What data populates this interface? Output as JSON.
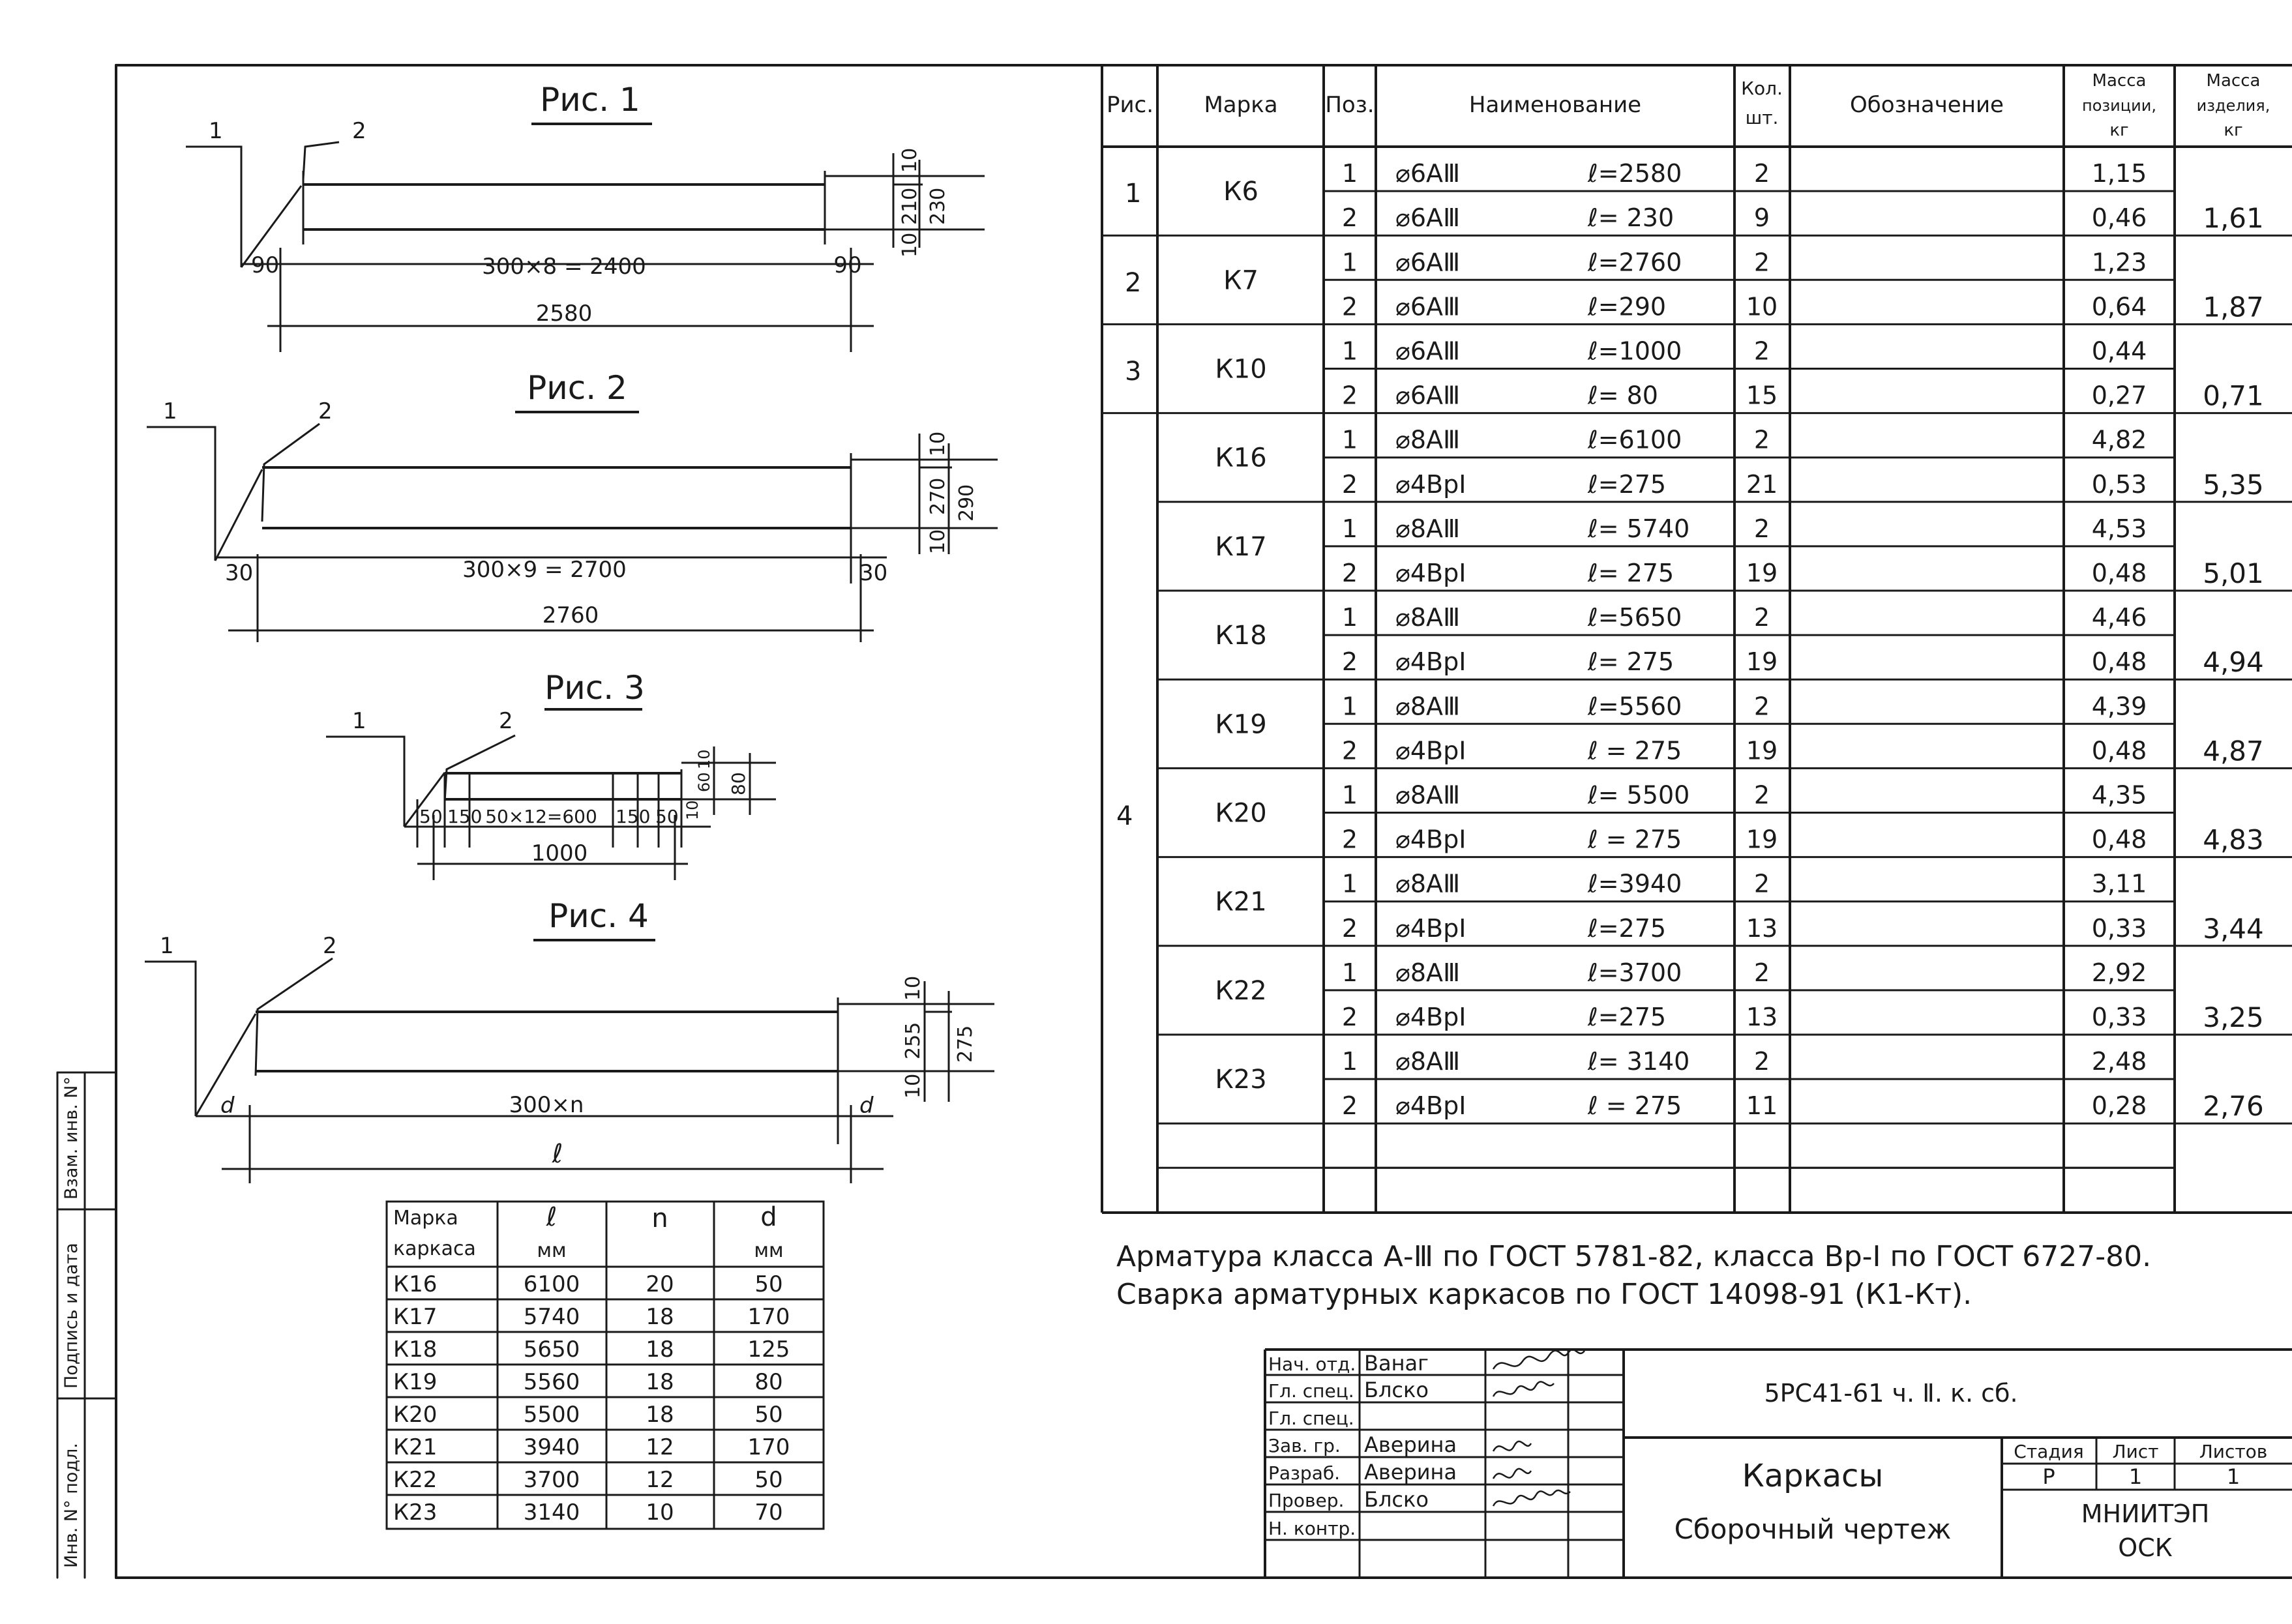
{
  "side_stamps": [
    "Инв. N° подл.",
    "Подпись и дата",
    "Взам. инв. N°"
  ],
  "figures": [
    {
      "title": "Рис. 1",
      "leader1": "1",
      "leader2": "2",
      "dims": {
        "left_end": "90",
        "middle": "300×8 = 2400",
        "right_end": "90",
        "total": "2580",
        "v1": "10",
        "v2": "210",
        "v3": "10",
        "v_total": "230"
      }
    },
    {
      "title": "Рис. 2",
      "leader1": "1",
      "leader2": "2",
      "dims": {
        "left_end": "30",
        "middle": "300×9 = 2700",
        "right_end": "30",
        "total": "2760",
        "v1": "10",
        "v2": "270",
        "v3": "10",
        "v_total": "290"
      }
    },
    {
      "title": "Рис. 3",
      "leader1": "1",
      "leader2": "2",
      "dims": {
        "d1": "50",
        "d2": "150",
        "d3": "50×12=600",
        "d4": "150",
        "d5": "50",
        "total": "1000",
        "v1": "10",
        "v2": "60",
        "v3": "10",
        "v_total": "80"
      }
    },
    {
      "title": "Рис. 4",
      "leader1": "1",
      "leader2": "2",
      "dims": {
        "left_end": "d",
        "middle": "300×n",
        "right_end": "d",
        "total": "ℓ",
        "v1": "10",
        "v2": "255",
        "v3": "10",
        "v_total": "275"
      }
    }
  ],
  "dim_table": {
    "headers": [
      [
        "Марка",
        "каркаса"
      ],
      [
        "ℓ",
        "мм"
      ],
      [
        "n",
        ""
      ],
      [
        "d",
        "мм"
      ]
    ],
    "rows": [
      [
        "К16",
        "6100",
        "20",
        "50"
      ],
      [
        "К17",
        "5740",
        "18",
        "170"
      ],
      [
        "К18",
        "5650",
        "18",
        "125"
      ],
      [
        "К19",
        "5560",
        "18",
        "80"
      ],
      [
        "К20",
        "5500",
        "18",
        "50"
      ],
      [
        "К21",
        "3940",
        "12",
        "170"
      ],
      [
        "К22",
        "3700",
        "12",
        "50"
      ],
      [
        "К23",
        "3140",
        "10",
        "70"
      ]
    ]
  },
  "spec": {
    "headers": {
      "fig": "Рис.",
      "mark": "Марка",
      "pos": "Поз.",
      "name": "Наименование",
      "qty": [
        "Кол.",
        "шт."
      ],
      "designation": "Обозначение",
      "mass_pos": [
        "Масса",
        "позиции,",
        "кг"
      ],
      "mass_item": [
        "Масса",
        "изделия,",
        "кг"
      ]
    },
    "fig_labels": [
      "1",
      "2",
      "3",
      "4"
    ],
    "groups": [
      {
        "mark": "К6",
        "item_mass": "1,61",
        "rows": [
          {
            "pos": "1",
            "bar": "⌀6АⅢ",
            "len": "ℓ=2580",
            "qty": "2",
            "mass": "1,15"
          },
          {
            "pos": "2",
            "bar": "⌀6АⅢ",
            "len": "ℓ= 230",
            "qty": "9",
            "mass": "0,46"
          }
        ]
      },
      {
        "mark": "К7",
        "item_mass": "1,87",
        "rows": [
          {
            "pos": "1",
            "bar": "⌀6АⅢ",
            "len": "ℓ=2760",
            "qty": "2",
            "mass": "1,23"
          },
          {
            "pos": "2",
            "bar": "⌀6АⅢ",
            "len": "ℓ=290",
            "qty": "10",
            "mass": "0,64"
          }
        ]
      },
      {
        "mark": "К10",
        "item_mass": "0,71",
        "rows": [
          {
            "pos": "1",
            "bar": "⌀6АⅢ",
            "len": "ℓ=1000",
            "qty": "2",
            "mass": "0,44"
          },
          {
            "pos": "2",
            "bar": "⌀6АⅢ",
            "len": "ℓ= 80",
            "qty": "15",
            "mass": "0,27"
          }
        ]
      },
      {
        "mark": "К16",
        "item_mass": "5,35",
        "rows": [
          {
            "pos": "1",
            "bar": "⌀8АⅢ",
            "len": "ℓ=6100",
            "qty": "2",
            "mass": "4,82"
          },
          {
            "pos": "2",
            "bar": "⌀4ВрⅠ",
            "len": "ℓ=275",
            "qty": "21",
            "mass": "0,53"
          }
        ]
      },
      {
        "mark": "К17",
        "item_mass": "5,01",
        "rows": [
          {
            "pos": "1",
            "bar": "⌀8АⅢ",
            "len": "ℓ= 5740",
            "qty": "2",
            "mass": "4,53"
          },
          {
            "pos": "2",
            "bar": "⌀4ВрⅠ",
            "len": "ℓ= 275",
            "qty": "19",
            "mass": "0,48"
          }
        ]
      },
      {
        "mark": "К18",
        "item_mass": "4,94",
        "rows": [
          {
            "pos": "1",
            "bar": "⌀8АⅢ",
            "len": "ℓ=5650",
            "qty": "2",
            "mass": "4,46"
          },
          {
            "pos": "2",
            "bar": "⌀4ВрⅠ",
            "len": "ℓ= 275",
            "qty": "19",
            "mass": "0,48"
          }
        ]
      },
      {
        "mark": "К19",
        "item_mass": "4,87",
        "rows": [
          {
            "pos": "1",
            "bar": "⌀8АⅢ",
            "len": "ℓ=5560",
            "qty": "2",
            "mass": "4,39"
          },
          {
            "pos": "2",
            "bar": "⌀4ВрⅠ",
            "len": "ℓ = 275",
            "qty": "19",
            "mass": "0,48"
          }
        ]
      },
      {
        "mark": "К20",
        "item_mass": "4,83",
        "rows": [
          {
            "pos": "1",
            "bar": "⌀8АⅢ",
            "len": "ℓ= 5500",
            "qty": "2",
            "mass": "4,35"
          },
          {
            "pos": "2",
            "bar": "⌀4ВрⅠ",
            "len": "ℓ = 275",
            "qty": "19",
            "mass": "0,48"
          }
        ]
      },
      {
        "mark": "К21",
        "item_mass": "3,44",
        "rows": [
          {
            "pos": "1",
            "bar": "⌀8АⅢ",
            "len": "ℓ=3940",
            "qty": "2",
            "mass": "3,11"
          },
          {
            "pos": "2",
            "bar": "⌀4ВрⅠ",
            "len": "ℓ=275",
            "qty": "13",
            "mass": "0,33"
          }
        ]
      },
      {
        "mark": "К22",
        "item_mass": "3,25",
        "rows": [
          {
            "pos": "1",
            "bar": "⌀8АⅢ",
            "len": "ℓ=3700",
            "qty": "2",
            "mass": "2,92"
          },
          {
            "pos": "2",
            "bar": "⌀4ВрⅠ",
            "len": "ℓ=275",
            "qty": "13",
            "mass": "0,33"
          }
        ]
      },
      {
        "mark": "К23",
        "item_mass": "2,76",
        "rows": [
          {
            "pos": "1",
            "bar": "⌀8АⅢ",
            "len": "ℓ= 3140",
            "qty": "2",
            "mass": "2,48"
          },
          {
            "pos": "2",
            "bar": "⌀4ВрⅠ",
            "len": "ℓ = 275",
            "qty": "11",
            "mass": "0,28"
          }
        ]
      }
    ]
  },
  "notes": [
    "Арматура класса А-Ⅲ по ГОСТ 5781-82, класса Вр-Ⅰ по ГОСТ 6727-80.",
    "Сварка арматурных каркасов по ГОСТ 14098-91 (К1-Кт)."
  ],
  "title_block": {
    "roles": [
      "Нач. отд.",
      "Гл. спец.",
      "Гл. спец.",
      "Зав. гр.",
      "Разраб.",
      "Провер.",
      "Н. контр."
    ],
    "names": [
      "Ванаг",
      "Блско",
      "",
      "Аверина",
      "Аверина",
      "Блско",
      ""
    ],
    "doc_code": "5РС41-61 ч. Ⅱ. к. сб.",
    "title_lines": [
      "Каркасы",
      "Сборочный чертеж"
    ],
    "stage_headers": [
      "Стадия",
      "Лист",
      "Листов"
    ],
    "stage_values": [
      "Р",
      "1",
      "1"
    ],
    "org_lines": [
      "МНИИТЭП",
      "ОСК"
    ]
  }
}
